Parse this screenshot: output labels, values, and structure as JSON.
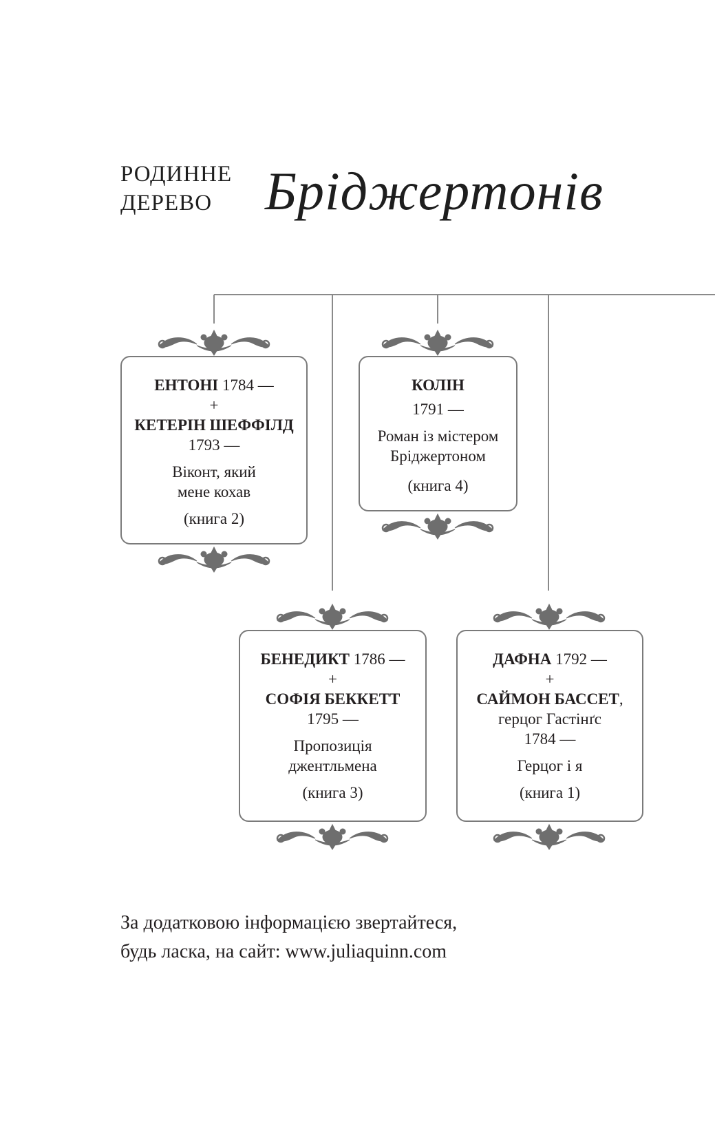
{
  "title": {
    "line1": "РОДИННЕ",
    "line2": "ДЕРЕВО",
    "script": "Бріджертонів"
  },
  "members": [
    {
      "name": "ЕНТОНІ",
      "years": "1784 —",
      "plus": "+",
      "spouse": "КЕТЕРІН ШЕФФІЛД",
      "spouse_years": "1793 —",
      "book_line1": "Віконт, який",
      "book_line2": "мене кохав",
      "book_no": "(книга 2)"
    },
    {
      "name": "КОЛІН",
      "years": "1791 —",
      "book_line1": "Роман із містером",
      "book_line2": "Бріджертоном",
      "book_no": "(книга 4)"
    },
    {
      "name": "БЕНЕДИКТ",
      "years": "1786 —",
      "plus": "+",
      "spouse": "СОФІЯ БЕККЕТТ",
      "spouse_years": "1795 —",
      "book_line1": "Пропозиція",
      "book_line2": "джентльмена",
      "book_no": "(книга 3)"
    },
    {
      "name": "ДАФНА",
      "years": "1792 —",
      "plus": "+",
      "spouse": "САЙМОН БАССЕТ",
      "spouse_suffix": ",",
      "spouse_title": "герцог Гастінґс",
      "spouse_years": "1784 —",
      "book_line1": "Герцог і я",
      "book_no": "(книга 1)"
    }
  ],
  "footer": {
    "line1": "За додатковою інформацією звертайтеся,",
    "line2": "будь ласка, на сайт: www.juliaquinn.com"
  }
}
